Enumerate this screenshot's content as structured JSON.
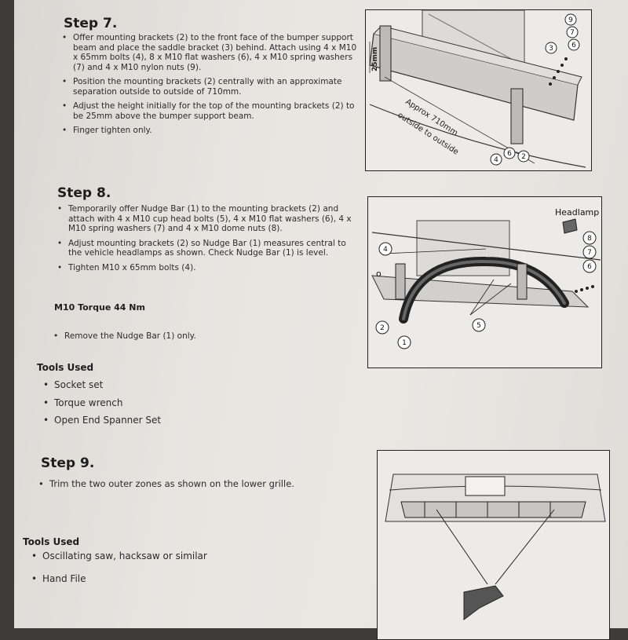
{
  "step7": {
    "title": "Step 7.",
    "bullets": [
      "Offer mounting brackets (2) to the front face of the bumper support beam and place the saddle bracket (3) behind. Attach using 4 x M10 x 65mm bolts (4), 8 x M10 flat washers (6), 4 x M10 spring washers (7) and 4 x M10 nylon nuts (9).",
      "Position the mounting brackets (2) centrally with an approximate separation outside to outside of 710mm.",
      "Adjust the height initially for the top of the mounting brackets (2) to be 25mm above the bumper support beam.",
      "Finger tighten only."
    ],
    "figure": {
      "label_25mm": "25mm",
      "label_approx1": "Approx 710mm",
      "label_approx2": "outside to outside",
      "callouts": [
        "9",
        "7",
        "6",
        "3",
        "4",
        "6",
        "2"
      ]
    }
  },
  "step8": {
    "title": "Step 8.",
    "bullets": [
      "Temporarily offer Nudge Bar (1) to the mounting brackets (2) and attach with 4 x M10 cup head bolts (5), 4 x M10 flat washers (6), 4 x M10 spring washers (7) and 4 x M10 dome nuts (8).",
      "Adjust mounting brackets (2) so Nudge Bar (1) measures central to the vehicle headlamps as shown. Check Nudge Bar (1) is level.",
      "Tighten M10 x 65mm bolts (4)."
    ],
    "torque": "M10 Torque 44 Nm",
    "remove": "Remove the Nudge Bar (1) only.",
    "figure": {
      "headlamp": "Headlamp",
      "callouts": [
        "8",
        "7",
        "6",
        "4",
        "2",
        "1",
        "5"
      ]
    }
  },
  "tools1": {
    "heading": "Tools Used",
    "items": [
      "Socket set",
      "Torque wrench",
      "Open End Spanner Set"
    ]
  },
  "step9": {
    "title": "Step 9.",
    "bullets": [
      "Trim the two outer zones as shown on the lower grille."
    ]
  },
  "tools2": {
    "heading": "Tools Used",
    "items": [
      "Oscillating saw, hacksaw or similar",
      "Hand File"
    ]
  }
}
